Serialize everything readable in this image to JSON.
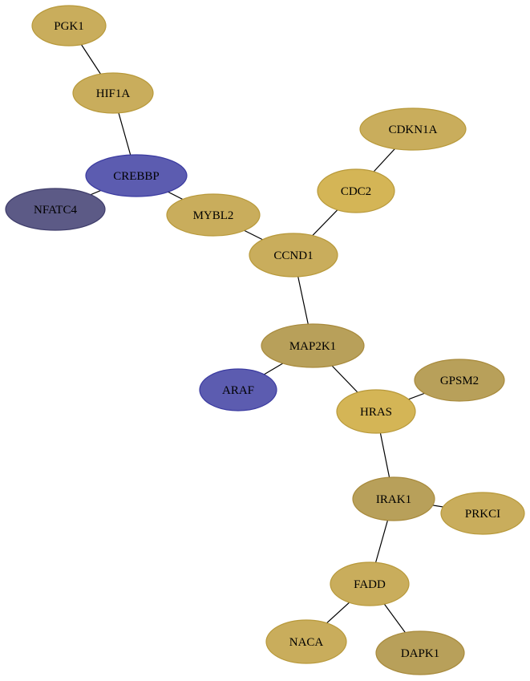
{
  "colors": {
    "gold": "#c9ad5c",
    "gold_stroke": "#b8993a",
    "gold_bright": "#d4b556",
    "tan": "#b8a05a",
    "tan_stroke": "#a88a3c",
    "blue": "#5c5cb0",
    "blue_stroke": "#3a3aa0",
    "slate": "#5c5a86",
    "slate_stroke": "#3e3c6a"
  },
  "nodes": [
    {
      "id": "PGK1",
      "label": "PGK1",
      "color": "gold"
    },
    {
      "id": "HIF1A",
      "label": "HIF1A",
      "color": "gold"
    },
    {
      "id": "CREBBP",
      "label": "CREBBP",
      "color": "blue"
    },
    {
      "id": "NFATC4",
      "label": "NFATC4",
      "color": "slate"
    },
    {
      "id": "MYBL2",
      "label": "MYBL2",
      "color": "gold"
    },
    {
      "id": "CDKN1A",
      "label": "CDKN1A",
      "color": "gold"
    },
    {
      "id": "CDC2",
      "label": "CDC2",
      "color": "gold_bright"
    },
    {
      "id": "CCND1",
      "label": "CCND1",
      "color": "gold"
    },
    {
      "id": "MAP2K1",
      "label": "MAP2K1",
      "color": "tan"
    },
    {
      "id": "ARAF",
      "label": "ARAF",
      "color": "blue"
    },
    {
      "id": "GPSM2",
      "label": "GPSM2",
      "color": "tan"
    },
    {
      "id": "HRAS",
      "label": "HRAS",
      "color": "gold_bright"
    },
    {
      "id": "IRAK1",
      "label": "IRAK1",
      "color": "tan"
    },
    {
      "id": "PRKCI",
      "label": "PRKCI",
      "color": "gold"
    },
    {
      "id": "FADD",
      "label": "FADD",
      "color": "gold"
    },
    {
      "id": "NACA",
      "label": "NACA",
      "color": "gold"
    },
    {
      "id": "DAPK1",
      "label": "DAPK1",
      "color": "tan"
    }
  ],
  "edges": [
    [
      "PGK1",
      "HIF1A"
    ],
    [
      "HIF1A",
      "CREBBP"
    ],
    [
      "CREBBP",
      "NFATC4"
    ],
    [
      "CREBBP",
      "MYBL2"
    ],
    [
      "MYBL2",
      "CCND1"
    ],
    [
      "CDKN1A",
      "CDC2"
    ],
    [
      "CDC2",
      "CCND1"
    ],
    [
      "CCND1",
      "MAP2K1"
    ],
    [
      "MAP2K1",
      "ARAF"
    ],
    [
      "MAP2K1",
      "HRAS"
    ],
    [
      "GPSM2",
      "HRAS"
    ],
    [
      "HRAS",
      "IRAK1"
    ],
    [
      "IRAK1",
      "PRKCI"
    ],
    [
      "IRAK1",
      "FADD"
    ],
    [
      "FADD",
      "NACA"
    ],
    [
      "FADD",
      "DAPK1"
    ]
  ]
}
